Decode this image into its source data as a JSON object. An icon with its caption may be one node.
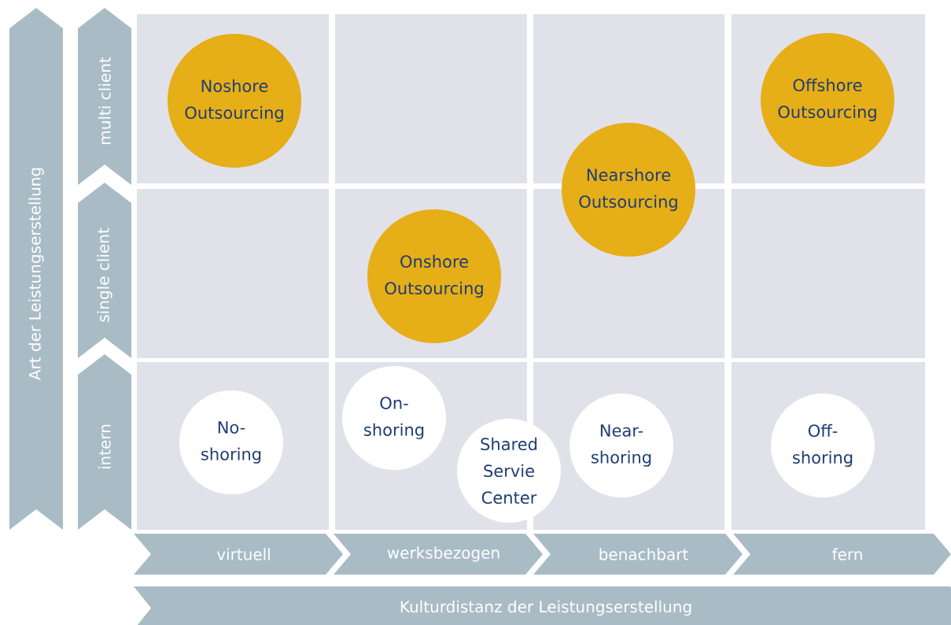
{
  "diagram": {
    "nodes": [
      {
        "text": [
          "Art der Leistungserstellung"
        ]
      },
      {
        "text": [
          "multi client"
        ]
      },
      {
        "text": [
          "single client"
        ]
      },
      {
        "text": [
          "intern"
        ]
      },
      {
        "text": [
          "Noshore Outsourcing"
        ]
      },
      {
        "text": [
          "Offshore Outsourcing"
        ]
      },
      {
        "text": [
          "Nearshore Outsourcing"
        ]
      },
      {
        "text": [
          "Onshore Outsourcing"
        ]
      },
      {
        "text": [
          "No-shoring"
        ]
      },
      {
        "text": [
          "On-shoring"
        ]
      },
      {
        "text": [
          "Shared Servie Center"
        ]
      },
      {
        "text": [
          "Near-shoring"
        ]
      },
      {
        "text": [
          "Off-shoring"
        ]
      },
      {
        "text": [
          "virtuell"
        ]
      },
      {
        "text": [
          "werksbezogen"
        ]
      },
      {
        "text": [
          "benachbart"
        ]
      },
      {
        "text": [
          "fern"
        ]
      },
      {
        "text": [
          "Kulturdistanz der Leistungserstellung"
        ]
      }
    ]
  }
}
